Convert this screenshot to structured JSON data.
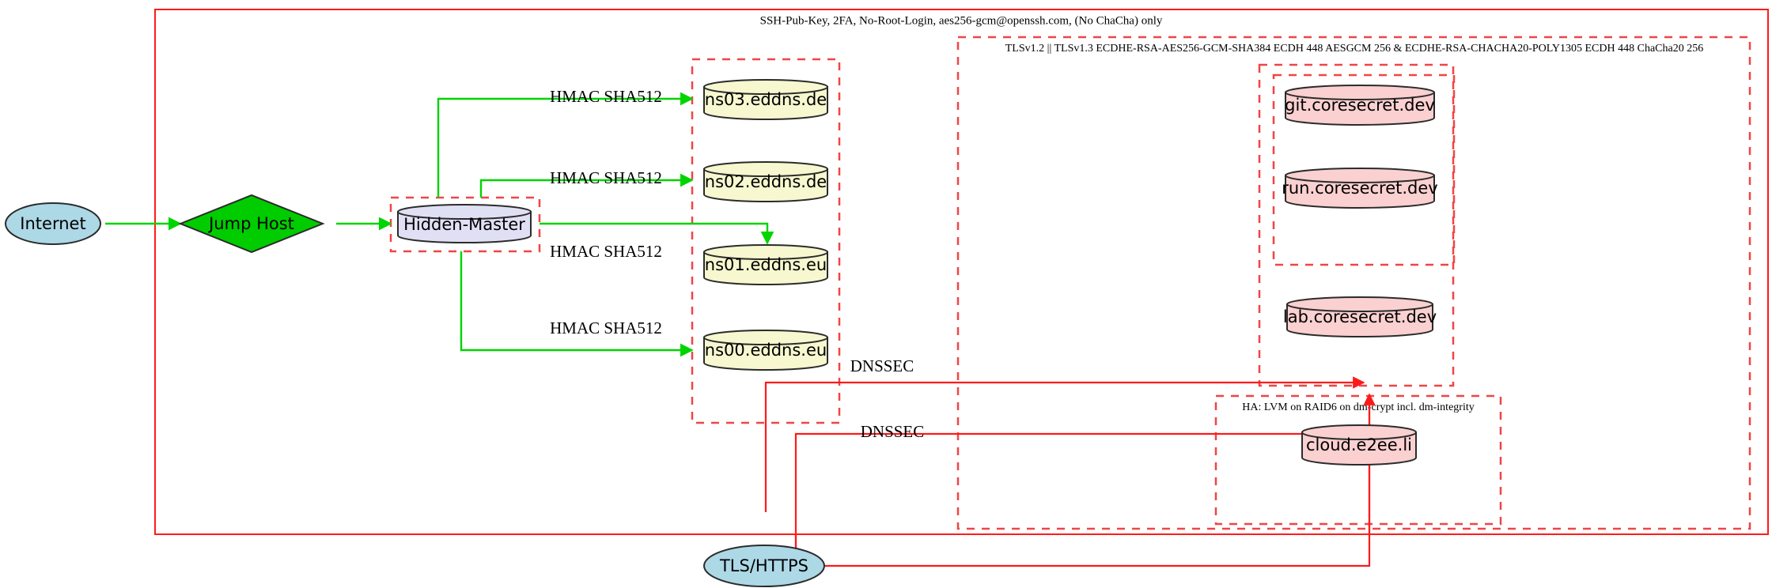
{
  "diagram": {
    "title_label": "SSH-Pub-Key, 2FA, No-Root-Login, aes256-gcm@openssh.com, (No ChaCha) only",
    "tls_cluster_label": "TLSv1.2 || TLSv1.3 ECDHE-RSA-AES256-GCM-SHA384 ECDH 448 AESGCM 256 & ECDHE-RSA-CHACHA20-POLY1305 ECDH 448 ChaCha20 256",
    "ha_cluster_label": "HA: LVM on RAID6 on dm-crypt incl. dm-integrity"
  },
  "nodes": {
    "internet": {
      "label": "Internet",
      "shape": "ellipse",
      "fill": "#add8e6"
    },
    "jump_host": {
      "label": "Jump Host",
      "shape": "diamond",
      "fill": "#00cc00"
    },
    "hidden_master": {
      "label": "Hidden-Master",
      "shape": "cylinder",
      "fill": "#e0e0f5"
    },
    "tls_https": {
      "label": "TLS/HTTPS",
      "shape": "ellipse",
      "fill": "#add8e6"
    },
    "ns03": {
      "label": "ns03.eddns.de",
      "shape": "cylinder",
      "fill": "#f7f7d0"
    },
    "ns02": {
      "label": "ns02.eddns.de",
      "shape": "cylinder",
      "fill": "#f7f7d0"
    },
    "ns01": {
      "label": "ns01.eddns.eu",
      "shape": "cylinder",
      "fill": "#f7f7d0"
    },
    "ns00": {
      "label": "ns00.eddns.eu",
      "shape": "cylinder",
      "fill": "#f7f7d0"
    },
    "git": {
      "label": "git.coresecret.dev",
      "shape": "cylinder",
      "fill": "#fad0d0"
    },
    "run": {
      "label": "run.coresecret.dev",
      "shape": "cylinder",
      "fill": "#fad0d0"
    },
    "lab": {
      "label": "lab.coresecret.dev",
      "shape": "cylinder",
      "fill": "#fad0d0"
    },
    "cloud": {
      "label": "cloud.e2ee.li",
      "shape": "cylinder",
      "fill": "#fad0d0"
    }
  },
  "edge_labels": {
    "hmac_ns03": "HMAC SHA512",
    "hmac_ns02": "HMAC SHA512",
    "hmac_ns01": "HMAC SHA512",
    "hmac_ns00": "HMAC SHA512",
    "dnssec_upper": "DNSSEC",
    "dnssec_lower": "DNSSEC"
  },
  "colors": {
    "green_edge": "#00d500",
    "red_edge": "#ff1a1a",
    "dashed_border": "#f04545",
    "ellipse_fill": "#add8e6",
    "diamond_fill": "#00cc00",
    "master_fill": "#e0e0f5",
    "dns_fill": "#f7f7d0",
    "service_fill": "#fad0d0"
  }
}
